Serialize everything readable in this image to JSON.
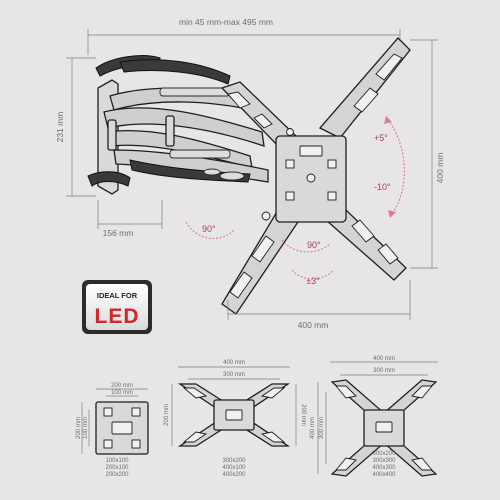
{
  "main_diagram": {
    "width_range": "min 45 mm-max 495 mm",
    "height": "231 mm",
    "depth": "156 mm",
    "vesa_height": "400 mm",
    "vesa_width": "400 mm",
    "tilt_up": "+5°",
    "tilt_down": "-10°",
    "swivel_left": "90°",
    "swivel_right": "90°",
    "rotation": "±3°"
  },
  "badge": {
    "line1": "IDEAL FOR",
    "line2": "LED"
  },
  "plates": [
    {
      "top_outer": "200 mm",
      "top_inner": "100 mm",
      "side_outer": "200 mm",
      "side_inner": "100 mm",
      "sizes": [
        "100x100",
        "200x100",
        "200x200"
      ]
    },
    {
      "top_outer": "400 mm",
      "top_inner": "300 mm",
      "side_left": "200 mm",
      "side_right": "200 mm",
      "sizes": [
        "300x200",
        "400x100",
        "400x200"
      ]
    },
    {
      "top_outer": "400 mm",
      "top_inner": "300 mm",
      "side_outer": "400 mm",
      "side_inner": "300 mm",
      "sizes": [
        "300x200",
        "300x300",
        "400x300",
        "400x400"
      ]
    }
  ],
  "colors": {
    "background": "#e7e6e4",
    "dimension_text": "#6d6d6d",
    "angle_text": "#b03a6e",
    "badge_red": "#d3252a"
  }
}
